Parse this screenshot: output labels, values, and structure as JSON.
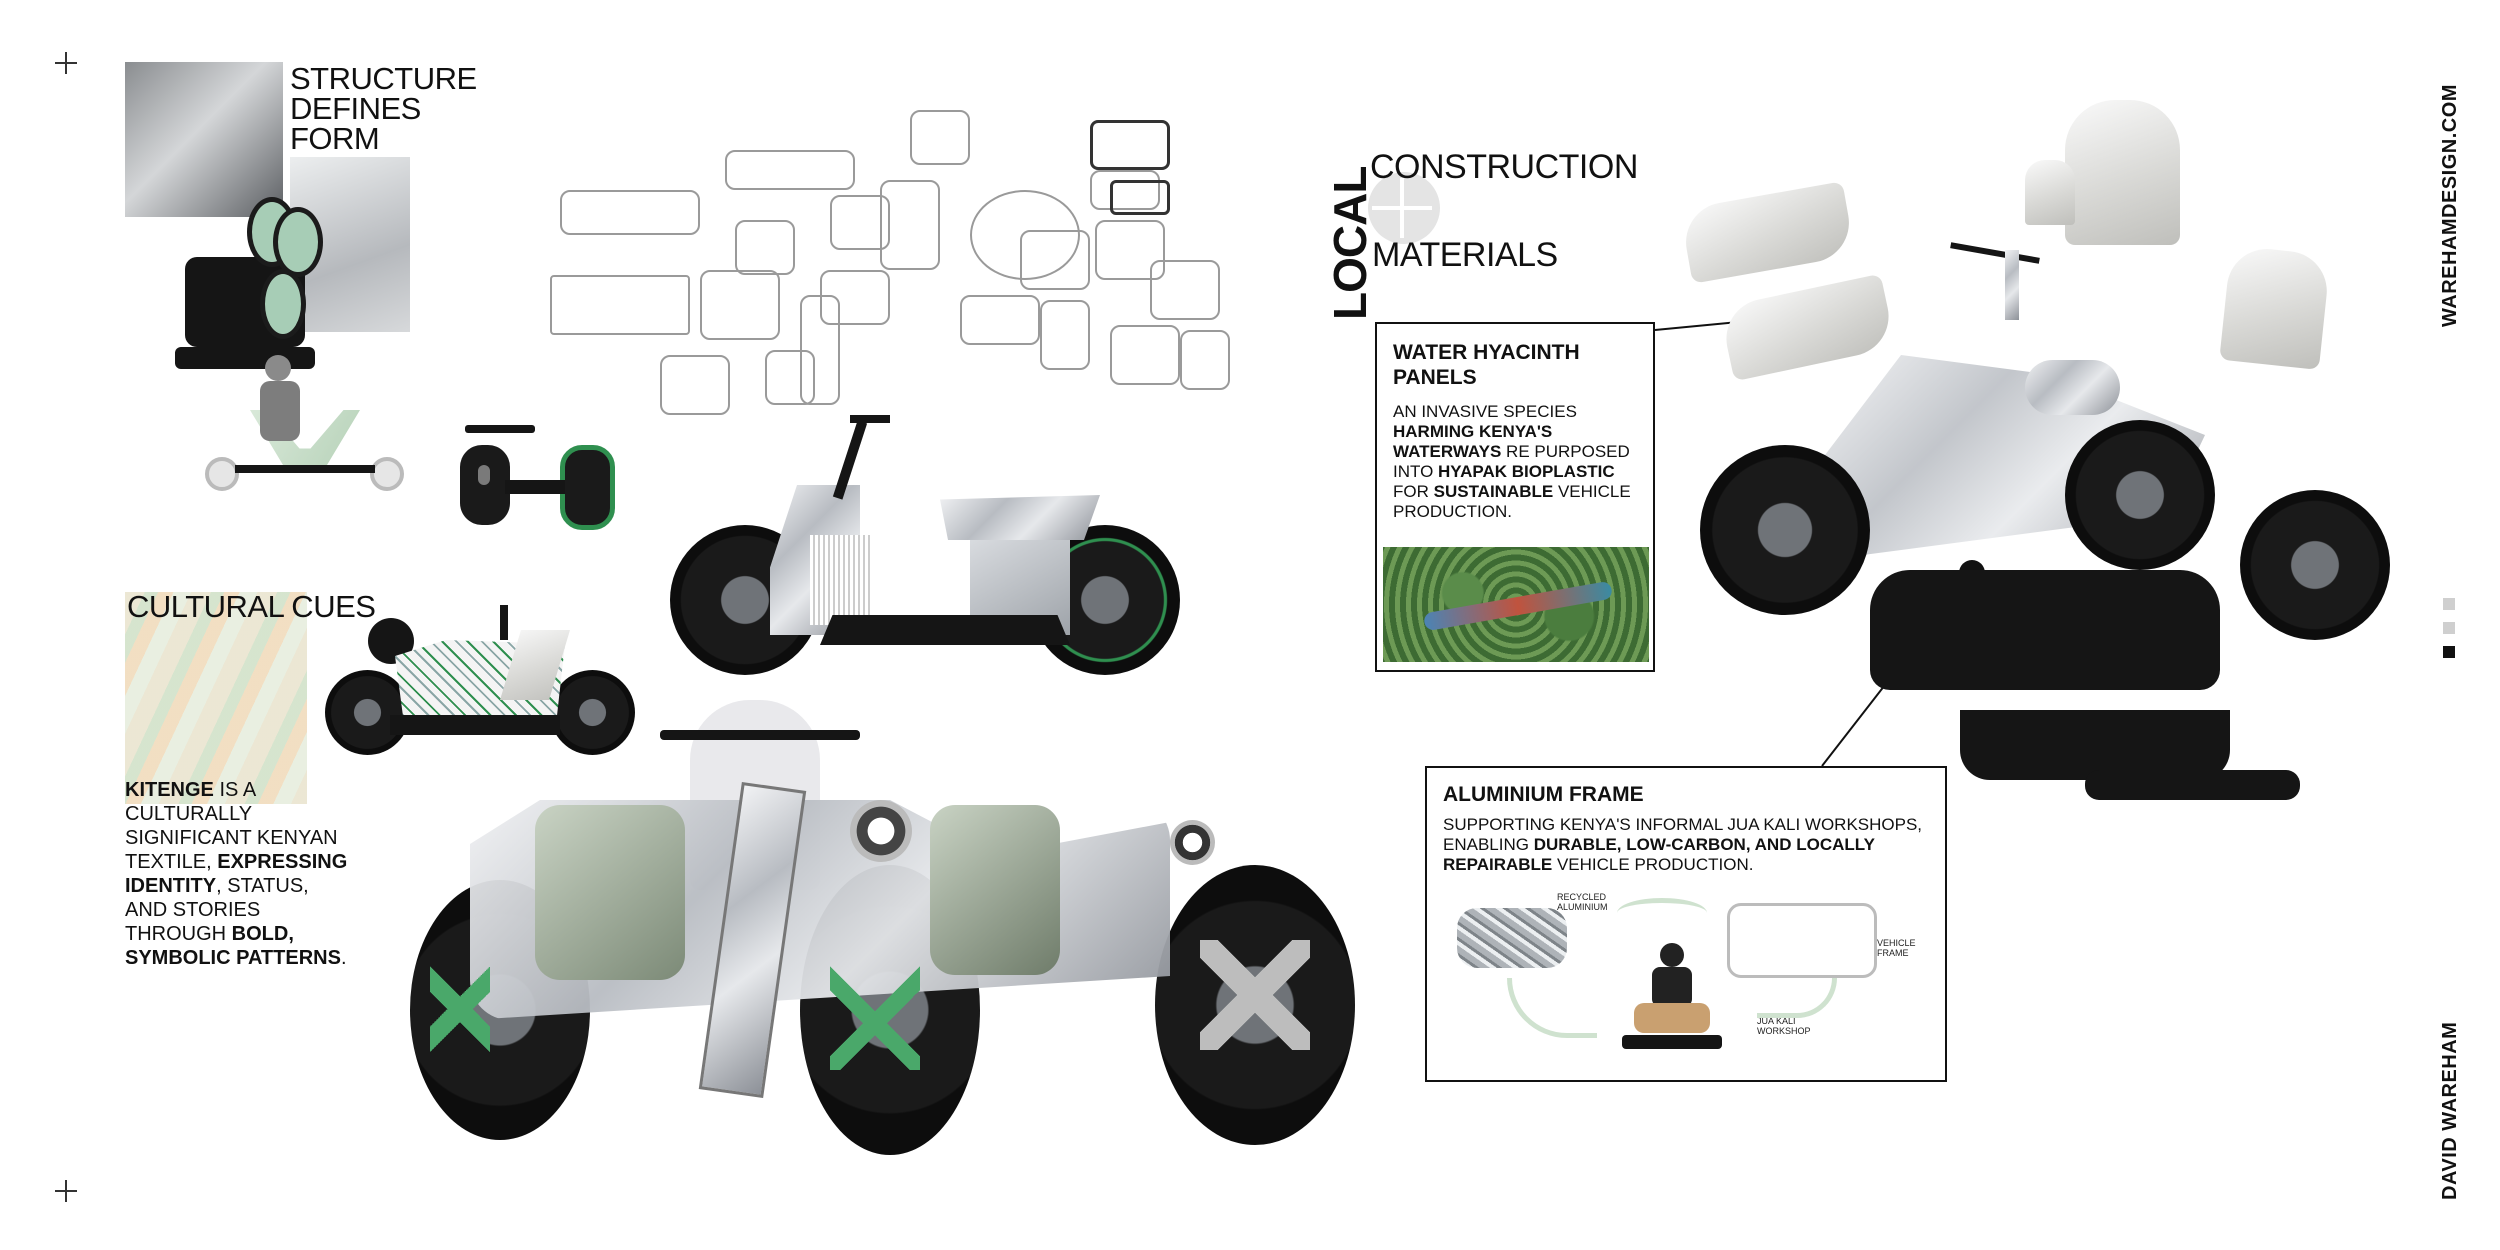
{
  "structure": {
    "line1": "STRUCTURE",
    "line2": "DEFINES",
    "line3": "FORM"
  },
  "cultural": {
    "heading": "CULTURAL CUES",
    "body": [
      {
        "t": "KITENGE",
        "b": true
      },
      {
        "t": " IS A CULTURALLY SIGNIFICANT KENYAN TEXTILE, ",
        "b": false
      },
      {
        "t": "EXPRESSING IDENTITY",
        "b": true
      },
      {
        "t": ", STATUS, AND STORIES THROUGH ",
        "b": false
      },
      {
        "t": "BOLD, SYMBOLIC PATTERNS",
        "b": true
      },
      {
        "t": ".",
        "b": false
      }
    ]
  },
  "local": {
    "vertical": "LOCAL",
    "line1": "CONSTRUCTION",
    "line2": "MATERIALS"
  },
  "water_hyacinth": {
    "title": "WATER HYACINTH PANELS",
    "body": [
      {
        "t": "AN INVASIVE SPECIES ",
        "b": false
      },
      {
        "t": "HARMING KENYA'S WATERWAYS",
        "b": true
      },
      {
        "t": " RE PURPOSED INTO ",
        "b": false
      },
      {
        "t": "HYAPAK BIOPLASTIC",
        "b": true
      },
      {
        "t": " FOR ",
        "b": false
      },
      {
        "t": "SUSTAINABLE",
        "b": true
      },
      {
        "t": " VEHICLE PRODUCTION.",
        "b": false
      }
    ]
  },
  "aluminium": {
    "title": "ALUMINIUM FRAME",
    "body": [
      {
        "t": "SUPPORTING KENYA'S INFORMAL JUA KALI WORKSHOPS, ENABLING ",
        "b": false
      },
      {
        "t": "DURABLE, LOW-CARBON, AND LOCALLY REPAIRABLE",
        "b": true
      },
      {
        "t": " VEHICLE PRODUCTION.",
        "b": false
      }
    ],
    "cycle": {
      "recycled": "RECYCLED ALUMINIUM",
      "frame": "VEHICLE FRAME",
      "workshop": "JUA KALI WORKSHOP"
    }
  },
  "side": {
    "website": "WAREHAMDESIGN.COM",
    "author": "DAVID WAREHAM"
  },
  "colors": {
    "accent_green": "#2f8f4f",
    "sage": "#cfe2cf",
    "ink": "#111111"
  }
}
